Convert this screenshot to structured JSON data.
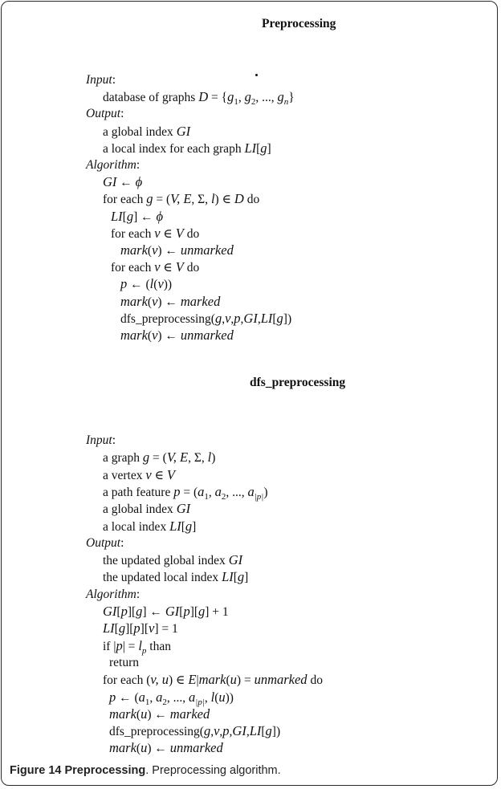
{
  "figure": {
    "sections": [
      {
        "title": "Preprocessing",
        "lines": [
          {
            "indent": 0,
            "parts": [
              {
                "t": "Input",
                "s": "lbl"
              },
              {
                "t": ":"
              }
            ]
          },
          {
            "indent": 1,
            "parts": [
              {
                "t": "database of graphs "
              },
              {
                "t": "D",
                "s": "m"
              },
              {
                "t": " = {"
              },
              {
                "t": "g",
                "s": "m"
              },
              {
                "t": "1",
                "s": "sub"
              },
              {
                "t": ", "
              },
              {
                "t": "g",
                "s": "m"
              },
              {
                "t": "2",
                "s": "sub"
              },
              {
                "t": ", ..., "
              },
              {
                "t": "g",
                "s": "m"
              },
              {
                "t": "n",
                "s": "sub"
              },
              {
                "t": "}"
              }
            ]
          },
          {
            "indent": 0,
            "parts": [
              {
                "t": "Output",
                "s": "lbl"
              },
              {
                "t": ":"
              }
            ]
          },
          {
            "indent": 1,
            "parts": [
              {
                "t": "a global index "
              },
              {
                "t": "GI",
                "s": "m"
              }
            ]
          },
          {
            "indent": 1,
            "parts": [
              {
                "t": "a local index for each graph "
              },
              {
                "t": "LI",
                "s": "m"
              },
              {
                "t": "["
              },
              {
                "t": "g",
                "s": "m"
              },
              {
                "t": "]"
              }
            ]
          },
          {
            "indent": 0,
            "parts": [
              {
                "t": "Algorithm",
                "s": "lbl"
              },
              {
                "t": ":"
              }
            ]
          },
          {
            "indent": 1,
            "parts": [
              {
                "t": "GI",
                "s": "m"
              },
              {
                "t": " ← "
              },
              {
                "t": "ϕ",
                "s": "m"
              }
            ]
          },
          {
            "indent": 1,
            "parts": [
              {
                "t": "for each "
              },
              {
                "t": "g",
                "s": "m"
              },
              {
                "t": " = ("
              },
              {
                "t": "V, E",
                "s": "m"
              },
              {
                "t": ", Σ, "
              },
              {
                "t": "l",
                "s": "m"
              },
              {
                "t": ") ∈ "
              },
              {
                "t": "D",
                "s": "m"
              },
              {
                "t": " do"
              }
            ]
          },
          {
            "indent": 2,
            "parts": [
              {
                "t": "LI",
                "s": "m"
              },
              {
                "t": "["
              },
              {
                "t": "g",
                "s": "m"
              },
              {
                "t": "] ← "
              },
              {
                "t": "ϕ",
                "s": "m"
              }
            ]
          },
          {
            "indent": 2,
            "parts": [
              {
                "t": "for each "
              },
              {
                "t": "v",
                "s": "m"
              },
              {
                "t": " ∈ "
              },
              {
                "t": "V",
                "s": "m"
              },
              {
                "t": " do"
              }
            ]
          },
          {
            "indent": 3,
            "parts": [
              {
                "t": "mark",
                "s": "m"
              },
              {
                "t": "("
              },
              {
                "t": "v",
                "s": "m"
              },
              {
                "t": ") ← "
              },
              {
                "t": "unmarked",
                "s": "m"
              }
            ]
          },
          {
            "indent": 2,
            "parts": [
              {
                "t": "for each "
              },
              {
                "t": "v",
                "s": "m"
              },
              {
                "t": " ∈ "
              },
              {
                "t": "V",
                "s": "m"
              },
              {
                "t": " do"
              }
            ]
          },
          {
            "indent": 3,
            "parts": [
              {
                "t": "p",
                "s": "m"
              },
              {
                "t": " ← ("
              },
              {
                "t": "l",
                "s": "m"
              },
              {
                "t": "("
              },
              {
                "t": "v",
                "s": "m"
              },
              {
                "t": "))"
              }
            ]
          },
          {
            "indent": 3,
            "parts": [
              {
                "t": "mark",
                "s": "m"
              },
              {
                "t": "("
              },
              {
                "t": "v",
                "s": "m"
              },
              {
                "t": ") ← "
              },
              {
                "t": "marked",
                "s": "m"
              }
            ]
          },
          {
            "indent": 3,
            "parts": [
              {
                "t": "dfs_preprocessing("
              },
              {
                "t": "g",
                "s": "m"
              },
              {
                "t": ","
              },
              {
                "t": "v",
                "s": "m"
              },
              {
                "t": ","
              },
              {
                "t": "p",
                "s": "m"
              },
              {
                "t": ","
              },
              {
                "t": "GI",
                "s": "m"
              },
              {
                "t": ","
              },
              {
                "t": "LI",
                "s": "m"
              },
              {
                "t": "["
              },
              {
                "t": "g",
                "s": "m"
              },
              {
                "t": "])"
              }
            ]
          },
          {
            "indent": 3,
            "parts": [
              {
                "t": "mark",
                "s": "m"
              },
              {
                "t": "("
              },
              {
                "t": "v",
                "s": "m"
              },
              {
                "t": ") ← "
              },
              {
                "t": "unmarked",
                "s": "m"
              }
            ]
          }
        ]
      },
      {
        "title": "dfs_preprocessing",
        "lines": [
          {
            "indent": 0,
            "parts": [
              {
                "t": "Input",
                "s": "lbl"
              },
              {
                "t": ":"
              }
            ]
          },
          {
            "indent": 1,
            "parts": [
              {
                "t": "a graph "
              },
              {
                "t": "g",
                "s": "m"
              },
              {
                "t": " = ("
              },
              {
                "t": "V, E",
                "s": "m"
              },
              {
                "t": ", Σ, "
              },
              {
                "t": "l",
                "s": "m"
              },
              {
                "t": ")"
              }
            ]
          },
          {
            "indent": 1,
            "parts": [
              {
                "t": "a vertex "
              },
              {
                "t": "v",
                "s": "m"
              },
              {
                "t": " ∈ "
              },
              {
                "t": "V",
                "s": "m"
              }
            ]
          },
          {
            "indent": 1,
            "parts": [
              {
                "t": "a path feature "
              },
              {
                "t": "p",
                "s": "m"
              },
              {
                "t": " = ("
              },
              {
                "t": "a",
                "s": "m"
              },
              {
                "t": "1",
                "s": "sub"
              },
              {
                "t": ", "
              },
              {
                "t": "a",
                "s": "m"
              },
              {
                "t": "2",
                "s": "sub"
              },
              {
                "t": ", ..., "
              },
              {
                "t": "a",
                "s": "m"
              },
              {
                "t": "|p|",
                "s": "sub"
              },
              {
                "t": ")"
              }
            ]
          },
          {
            "indent": 1,
            "parts": [
              {
                "t": "a global index "
              },
              {
                "t": "GI",
                "s": "m"
              }
            ]
          },
          {
            "indent": 1,
            "parts": [
              {
                "t": "a local index "
              },
              {
                "t": "LI",
                "s": "m"
              },
              {
                "t": "["
              },
              {
                "t": "g",
                "s": "m"
              },
              {
                "t": "]"
              }
            ]
          },
          {
            "indent": 0,
            "parts": [
              {
                "t": "Output",
                "s": "lbl"
              },
              {
                "t": ":"
              }
            ]
          },
          {
            "indent": 1,
            "parts": [
              {
                "t": "the updated global index "
              },
              {
                "t": "GI",
                "s": "m"
              }
            ]
          },
          {
            "indent": 1,
            "parts": [
              {
                "t": "the updated local index "
              },
              {
                "t": "LI",
                "s": "m"
              },
              {
                "t": "["
              },
              {
                "t": "g",
                "s": "m"
              },
              {
                "t": "]"
              }
            ]
          },
          {
            "indent": 0,
            "parts": [
              {
                "t": "Algorithm",
                "s": "lbl"
              },
              {
                "t": ":"
              }
            ]
          },
          {
            "indent": 1,
            "parts": [
              {
                "t": "GI",
                "s": "m"
              },
              {
                "t": "["
              },
              {
                "t": "p",
                "s": "m"
              },
              {
                "t": "]["
              },
              {
                "t": "g",
                "s": "m"
              },
              {
                "t": "] ← "
              },
              {
                "t": "GI",
                "s": "m"
              },
              {
                "t": "["
              },
              {
                "t": "p",
                "s": "m"
              },
              {
                "t": "]["
              },
              {
                "t": "g",
                "s": "m"
              },
              {
                "t": "] + 1"
              }
            ]
          },
          {
            "indent": 1,
            "parts": [
              {
                "t": "LI",
                "s": "m"
              },
              {
                "t": "["
              },
              {
                "t": "g",
                "s": "m"
              },
              {
                "t": "]["
              },
              {
                "t": "p",
                "s": "m"
              },
              {
                "t": "]["
              },
              {
                "t": "v",
                "s": "m"
              },
              {
                "t": "] = 1"
              }
            ]
          },
          {
            "indent": 1,
            "parts": [
              {
                "t": "if |"
              },
              {
                "t": "p",
                "s": "m"
              },
              {
                "t": "| = "
              },
              {
                "t": "l",
                "s": "m"
              },
              {
                "t": "p",
                "s": "sub"
              },
              {
                "t": " than"
              }
            ]
          },
          {
            "indent": 2,
            "parts": [
              {
                "t": "return"
              }
            ]
          },
          {
            "indent": 1,
            "parts": [
              {
                "t": "for each ("
              },
              {
                "t": "v, u",
                "s": "m"
              },
              {
                "t": ") ∈ "
              },
              {
                "t": "E",
                "s": "m"
              },
              {
                "t": "|"
              },
              {
                "t": "mark",
                "s": "m"
              },
              {
                "t": "("
              },
              {
                "t": "u",
                "s": "m"
              },
              {
                "t": ") = "
              },
              {
                "t": "unmarked",
                "s": "m"
              },
              {
                "t": " do"
              }
            ]
          },
          {
            "indent": 2,
            "parts": [
              {
                "t": "p",
                "s": "m"
              },
              {
                "t": " ← ("
              },
              {
                "t": "a",
                "s": "m"
              },
              {
                "t": "1",
                "s": "sub"
              },
              {
                "t": ", "
              },
              {
                "t": "a",
                "s": "m"
              },
              {
                "t": "2",
                "s": "sub"
              },
              {
                "t": ", ..., "
              },
              {
                "t": "a",
                "s": "m"
              },
              {
                "t": "|p|",
                "s": "sub"
              },
              {
                "t": ", "
              },
              {
                "t": "l",
                "s": "m"
              },
              {
                "t": "("
              },
              {
                "t": "u",
                "s": "m"
              },
              {
                "t": "))"
              }
            ]
          },
          {
            "indent": 2,
            "parts": [
              {
                "t": "mark",
                "s": "m"
              },
              {
                "t": "("
              },
              {
                "t": "u",
                "s": "m"
              },
              {
                "t": ") ← "
              },
              {
                "t": "marked",
                "s": "m"
              }
            ]
          },
          {
            "indent": 2,
            "parts": [
              {
                "t": "dfs_preprocessing("
              },
              {
                "t": "g",
                "s": "m"
              },
              {
                "t": ","
              },
              {
                "t": "v",
                "s": "m"
              },
              {
                "t": ","
              },
              {
                "t": "p",
                "s": "m"
              },
              {
                "t": ","
              },
              {
                "t": "GI",
                "s": "m"
              },
              {
                "t": ","
              },
              {
                "t": "LI",
                "s": "m"
              },
              {
                "t": "["
              },
              {
                "t": "g",
                "s": "m"
              },
              {
                "t": "])"
              }
            ]
          },
          {
            "indent": 2,
            "parts": [
              {
                "t": "mark",
                "s": "m"
              },
              {
                "t": "("
              },
              {
                "t": "u",
                "s": "m"
              },
              {
                "t": ") ← "
              },
              {
                "t": "unmarked",
                "s": "m"
              }
            ]
          }
        ]
      }
    ],
    "caption": {
      "label": "Figure 14 Preprocessing",
      "text": ". Preprocessing algorithm."
    }
  }
}
